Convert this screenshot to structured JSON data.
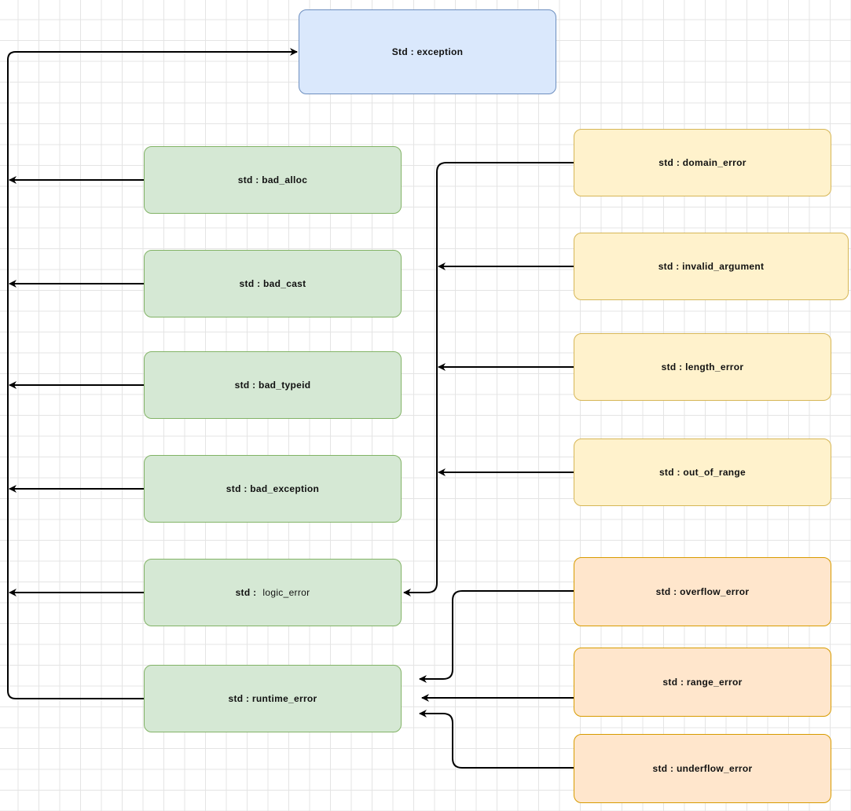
{
  "root": {
    "label": "Std : exception"
  },
  "green": {
    "bad_alloc": "std : bad_alloc",
    "bad_cast": "std : bad_cast",
    "bad_typeid": "std : bad_typeid",
    "bad_exception": "std : bad_exception",
    "logic_prefix": "std :",
    "logic_name": "logic_error",
    "runtime_error": "std : runtime_error"
  },
  "logic_children": {
    "domain_error": "std : domain_error",
    "invalid_argument": "std : invalid_argument",
    "length_error": "std : length_error",
    "out_of_range": "std : out_of_range"
  },
  "runtime_children": {
    "overflow_error": "std : overflow_error",
    "range_error": "std : range_error",
    "underflow_error": "std : underflow_error"
  },
  "colors": {
    "root_fill": "#dae8fc",
    "root_border": "#6c8ebf",
    "green_fill": "#d5e8d4",
    "green_border": "#82b366",
    "yellow_fill": "#fff2cc",
    "yellow_border": "#d6b656",
    "orange_fill": "#ffe6cc",
    "orange_border": "#d79b00",
    "edge": "#000000"
  }
}
